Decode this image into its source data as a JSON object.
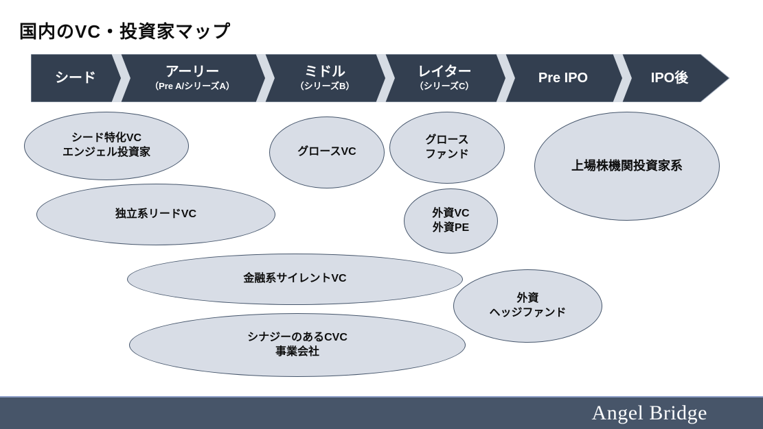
{
  "title": "国内のVC・投資家マップ",
  "stage_bar": {
    "stages": [
      {
        "label": "シード"
      },
      {
        "label": "アーリー",
        "sublabel": "（Pre A/シリーズA）"
      },
      {
        "label": "ミドル",
        "sublabel": "（シリーズB）"
      },
      {
        "label": "レイター",
        "sublabel": "（シリーズC）"
      },
      {
        "label": "Pre IPO"
      },
      {
        "label": "IPO後"
      }
    ]
  },
  "investor_groups": [
    {
      "lines": [
        "シード特化VC",
        "エンジェル投資家"
      ]
    },
    {
      "lines": [
        "独立系リードVC"
      ]
    },
    {
      "lines": [
        "グロースVC"
      ]
    },
    {
      "lines": [
        "グロース",
        "ファンド"
      ]
    },
    {
      "lines": [
        "上場株機関投資家系"
      ]
    },
    {
      "lines": [
        "外資VC",
        "外資PE"
      ]
    },
    {
      "lines": [
        "金融系サイレントVC"
      ]
    },
    {
      "lines": [
        "シナジーのあるCVC",
        "事業会社"
      ]
    },
    {
      "lines": [
        "外資",
        "ヘッジファンド"
      ]
    }
  ],
  "footer": {
    "brand": "Angel Bridge"
  },
  "colors": {
    "bar_fill": "#333F50",
    "chevron_separator": "#D6DCE4",
    "ellipse_fill": "#D8DDE6",
    "ellipse_border": "#44546A",
    "footer_fill": "#475569",
    "footer_accent_line": "#8FA0C8",
    "bar_text": "#FFFFFF",
    "footer_text": "#FBFCFD",
    "title_text": "#0D0D0D"
  }
}
